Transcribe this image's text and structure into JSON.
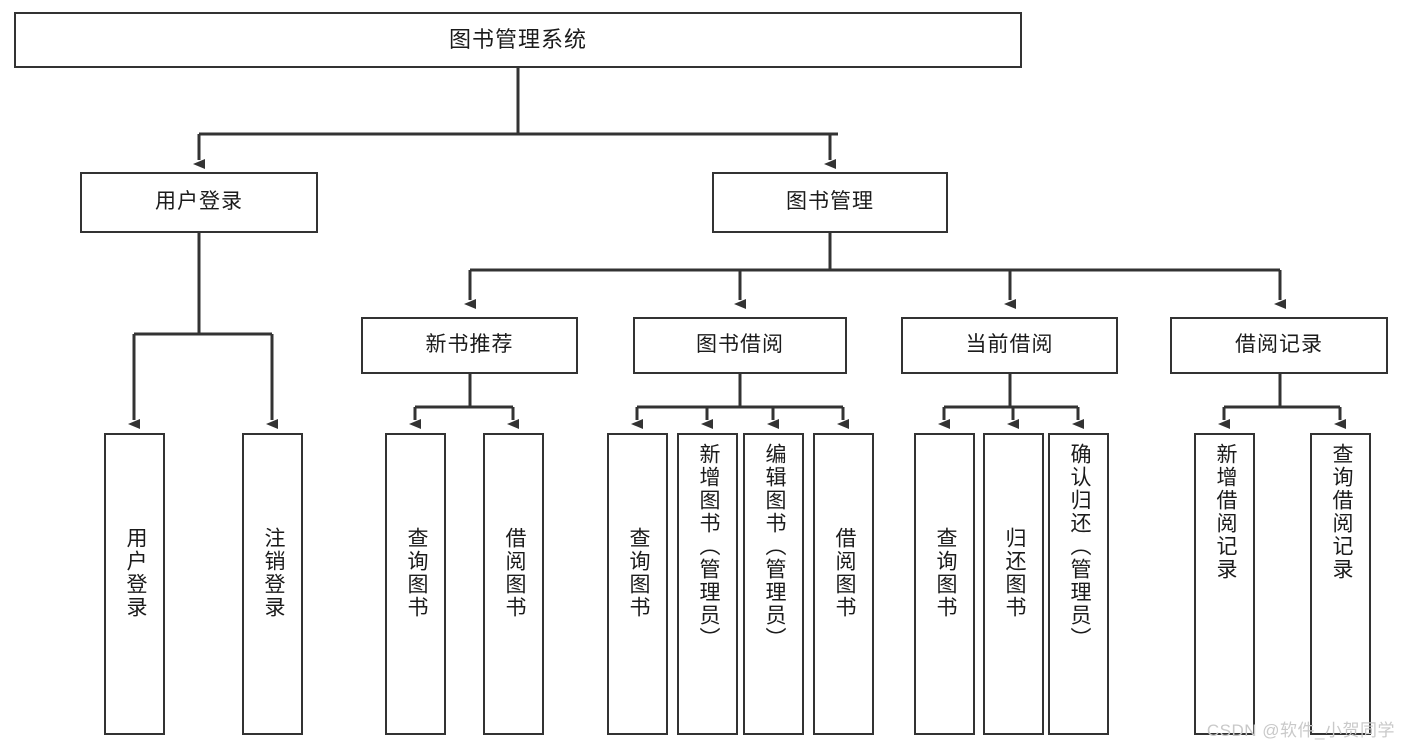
{
  "diagram": {
    "title": "图书管理系统",
    "type": "tree",
    "watermark": "CSDN @软件_小贺同学",
    "colors": {
      "node_border": "#333333",
      "node_fill": "#ffffff",
      "edge": "#333333",
      "text": "#1b1b1b",
      "watermark": "#c9c9c9"
    },
    "levels": {
      "root": [
        "图书管理系统"
      ],
      "level2": [
        "用户登录",
        "图书管理"
      ],
      "level3": [
        "新书推荐",
        "图书借阅",
        "当前借阅",
        "借阅记录"
      ],
      "leaves": [
        "用户登录",
        "注销登录",
        "查询图书",
        "借阅图书",
        "查询图书",
        "新增图书（管理员）",
        "编辑图书（管理员）",
        "借阅图书",
        "查询图书",
        "归还图书",
        "确认归还（管理员）",
        "新增借阅记录",
        "查询借阅记录"
      ]
    },
    "nodes": {
      "root": {
        "label": "图书管理系统"
      },
      "user_login": {
        "label": "用户登录"
      },
      "book_manage": {
        "label": "图书管理"
      },
      "new_book_rec": {
        "label": "新书推荐"
      },
      "book_borrow": {
        "label": "图书借阅"
      },
      "current_borrow": {
        "label": "当前借阅"
      },
      "borrow_record": {
        "label": "借阅记录"
      },
      "leaf_user_login": {
        "label": "用户登录"
      },
      "leaf_logout": {
        "label": "注销登录"
      },
      "leaf_query_book_1": {
        "label": "查询图书"
      },
      "leaf_borrow_book_1": {
        "label": "借阅图书"
      },
      "leaf_query_book_2": {
        "label": "查询图书"
      },
      "leaf_add_book_admin": {
        "label": "新增图书（管理员）"
      },
      "leaf_edit_book_admin": {
        "label": "编辑图书（管理员）"
      },
      "leaf_borrow_book_2": {
        "label": "借阅图书"
      },
      "leaf_query_book_3": {
        "label": "查询图书"
      },
      "leaf_return_book": {
        "label": "归还图书"
      },
      "leaf_confirm_return_admin": {
        "label": "确认归还（管理员）"
      },
      "leaf_add_record": {
        "label": "新增借阅记录"
      },
      "leaf_query_record": {
        "label": "查询借阅记录"
      }
    },
    "edges": [
      {
        "from": "root",
        "to": "user_login"
      },
      {
        "from": "root",
        "to": "book_manage"
      },
      {
        "from": "user_login",
        "to": "leaf_user_login"
      },
      {
        "from": "user_login",
        "to": "leaf_logout"
      },
      {
        "from": "book_manage",
        "to": "new_book_rec"
      },
      {
        "from": "book_manage",
        "to": "book_borrow"
      },
      {
        "from": "book_manage",
        "to": "current_borrow"
      },
      {
        "from": "book_manage",
        "to": "borrow_record"
      },
      {
        "from": "new_book_rec",
        "to": "leaf_query_book_1"
      },
      {
        "from": "new_book_rec",
        "to": "leaf_borrow_book_1"
      },
      {
        "from": "book_borrow",
        "to": "leaf_query_book_2"
      },
      {
        "from": "book_borrow",
        "to": "leaf_add_book_admin"
      },
      {
        "from": "book_borrow",
        "to": "leaf_edit_book_admin"
      },
      {
        "from": "book_borrow",
        "to": "leaf_borrow_book_2"
      },
      {
        "from": "current_borrow",
        "to": "leaf_query_book_3"
      },
      {
        "from": "current_borrow",
        "to": "leaf_return_book"
      },
      {
        "from": "current_borrow",
        "to": "leaf_confirm_return_admin"
      },
      {
        "from": "borrow_record",
        "to": "leaf_add_record"
      },
      {
        "from": "borrow_record",
        "to": "leaf_query_record"
      }
    ]
  }
}
